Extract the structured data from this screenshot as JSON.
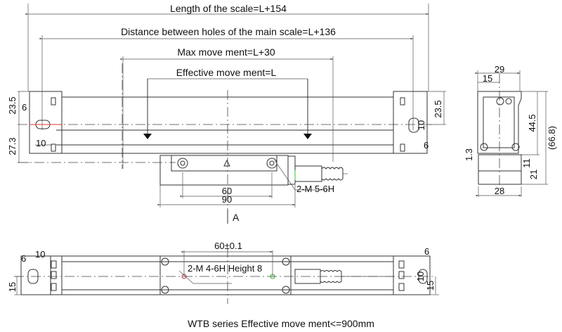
{
  "title_dims": {
    "length": "Length of the scale=L+154",
    "distance": "Distance between holes of the main scale=L+136",
    "max_move": "Max move ment=L+30",
    "effective_move": "Effective move ment=L"
  },
  "front_view": {
    "left_top": "23.5",
    "left_slot": "6",
    "left_bottom": "27.3",
    "left_hole": "10",
    "right_top": "23.5",
    "right_slot": "10",
    "right_bottom": "6",
    "carriage_holes": "60",
    "carriage_width": "90",
    "thread_note": "2-M 5-6H",
    "view_label": "A"
  },
  "side_view": {
    "width_top": "29",
    "width_inner": "15",
    "height": "44.5",
    "total_height": "(66.8)",
    "offset": "1.3",
    "base_11": "11",
    "base_21": "21",
    "base_width": "28"
  },
  "bottom_view": {
    "left_6": "6",
    "left_10": "10",
    "left_15": "15",
    "hole_spacing": "60±0.1",
    "thread_note": "2-M 4-6H Height 8",
    "right_6": "6",
    "right_10": "10",
    "right_15": "15"
  },
  "caption": "WTB series Effective move ment<=900mm"
}
